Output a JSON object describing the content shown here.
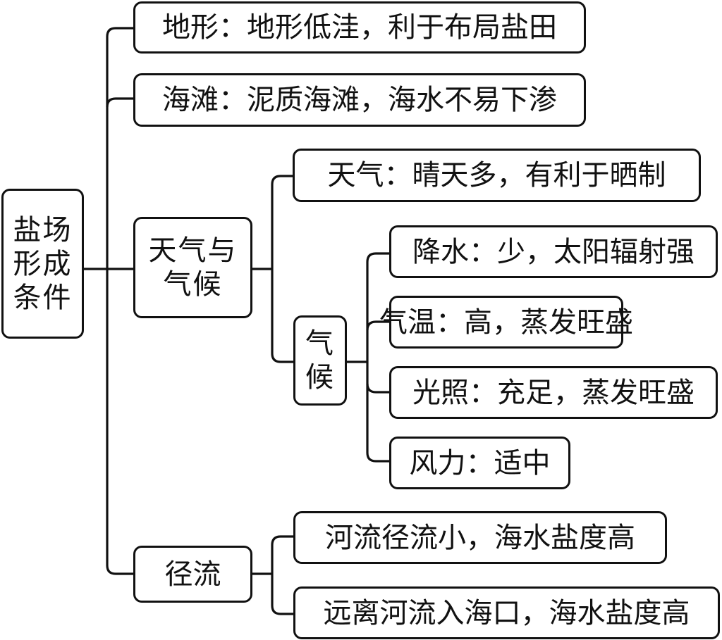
{
  "root": {
    "lines": [
      "盐场",
      "形成",
      "条件"
    ]
  },
  "branches": {
    "terrain": {
      "text": "地形：地形低洼，利于布局盐田"
    },
    "beach": {
      "text": "海滩：泥质海滩，海水不易下渗"
    },
    "weather_climate": {
      "lines": [
        "天气与",
        "气候"
      ],
      "weather": {
        "text": "天气：晴天多，有利于晒制"
      },
      "climate": {
        "lines": [
          "气",
          "候"
        ],
        "items": [
          {
            "text": "降水：少，太阳辐射强"
          },
          {
            "text": "气温：高，蒸发旺盛"
          },
          {
            "text": "光照：充足，蒸发旺盛"
          },
          {
            "text": "风力：适中"
          }
        ]
      }
    },
    "runoff": {
      "text": "径流",
      "items": [
        {
          "text": "河流径流小，海水盐度高"
        },
        {
          "text": "远离河流入海口，海水盐度高"
        }
      ]
    }
  }
}
